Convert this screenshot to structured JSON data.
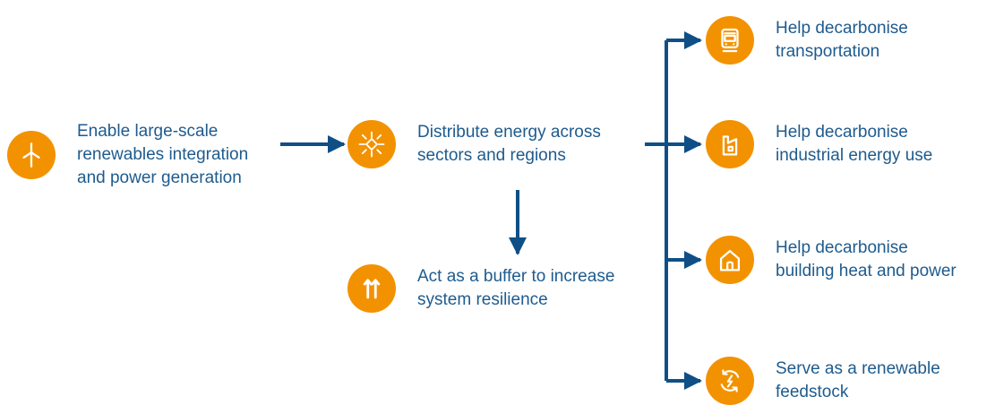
{
  "colors": {
    "accent": "#f39200",
    "text": "#1e5b8e",
    "connector": "#0f4f86"
  },
  "nodes": [
    {
      "id": "enable",
      "icon": "wind-turbine-icon",
      "lines": [
        "Enable large-scale",
        "renewables integration",
        "and power generation"
      ]
    },
    {
      "id": "distribute",
      "icon": "distribution-network-icon",
      "lines": [
        "Distribute energy across",
        "sectors and regions"
      ]
    },
    {
      "id": "buffer",
      "icon": "double-arrow-up-icon",
      "lines": [
        "Act as a buffer to increase",
        "system resilience"
      ]
    },
    {
      "id": "transport",
      "icon": "train-icon",
      "lines": [
        "Help decarbonise",
        "transportation"
      ]
    },
    {
      "id": "industry",
      "icon": "factory-icon",
      "lines": [
        "Help decarbonise",
        "industrial energy use"
      ]
    },
    {
      "id": "building",
      "icon": "house-icon",
      "lines": [
        "Help decarbonise",
        "building heat and power"
      ]
    },
    {
      "id": "feedstock",
      "icon": "renewable-cycle-icon",
      "lines": [
        "Serve as a renewable",
        "feedstock"
      ]
    }
  ]
}
